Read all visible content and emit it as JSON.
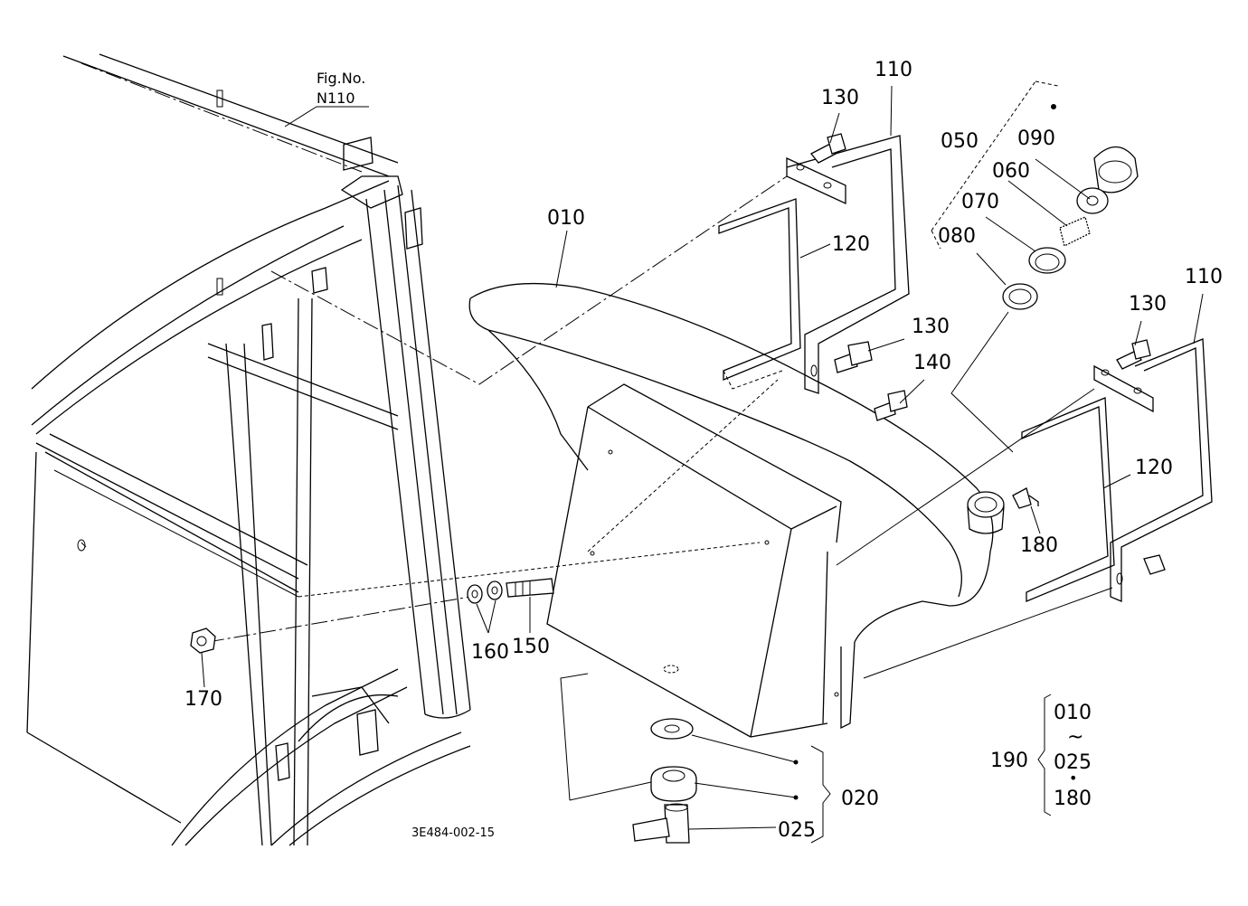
{
  "figure": {
    "ref_label": "Fig.No.",
    "ref_value": "N110",
    "drawing_code": "3E484-002-15"
  },
  "parts": {
    "p010": "010",
    "p020": "020",
    "p025": "025",
    "p050": "050",
    "p060": "060",
    "p070": "070",
    "p080": "080",
    "p090": "090",
    "p110a": "110",
    "p110b": "110",
    "p120a": "120",
    "p120b": "120",
    "p130a": "130",
    "p130b": "130",
    "p130c": "130",
    "p140": "140",
    "p150": "150",
    "p160": "160",
    "p170": "170",
    "p180": "180"
  },
  "assembly": {
    "number": "190",
    "range_start": "010",
    "range_sep": "~",
    "range_end": "025",
    "plus_sep": "•",
    "plus_item": "180"
  }
}
